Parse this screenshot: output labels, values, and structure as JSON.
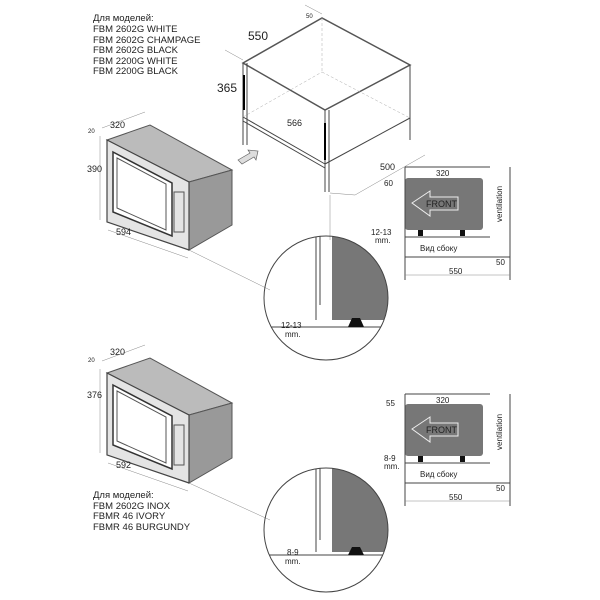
{
  "top_models": {
    "heading": "Для моделей:",
    "items": [
      "FBM 2602G WHITE",
      "FBM 2602G CHAMPAGE",
      "FBM 2602G BLACK",
      "FBM 2200G WHITE",
      "FBM 2200G BLACK"
    ]
  },
  "bottom_models": {
    "heading": "Для моделей:",
    "items": [
      "FBM 2602G INOX",
      "FBMR 46 IVORY",
      "FBMR 46 BURGUNDY"
    ]
  },
  "cabinet": {
    "width": "550",
    "height": "365",
    "inner": "566",
    "depth": "500",
    "top_gap": "50"
  },
  "microwave1": {
    "depth": "320",
    "frame": "20",
    "height": "390",
    "width": "594"
  },
  "microwave2": {
    "depth": "320",
    "frame": "20",
    "height": "376",
    "width": "592"
  },
  "side1": {
    "depth": "320",
    "top": "60",
    "gap": "12-13",
    "unit": "mm.",
    "front": "FRONT",
    "ventilation": "ventilation",
    "caption": "Вид сбоку",
    "back": "50",
    "total": "550"
  },
  "side2": {
    "depth": "320",
    "top": "55",
    "gap": "8-9",
    "unit": "mm.",
    "front": "FRONT",
    "ventilation": "ventilation",
    "caption": "Вид сбоку",
    "back": "50",
    "total": "550"
  },
  "detail1": {
    "gap": "12-13",
    "unit": "mm."
  },
  "detail2": {
    "gap": "8-9",
    "unit": "mm."
  }
}
